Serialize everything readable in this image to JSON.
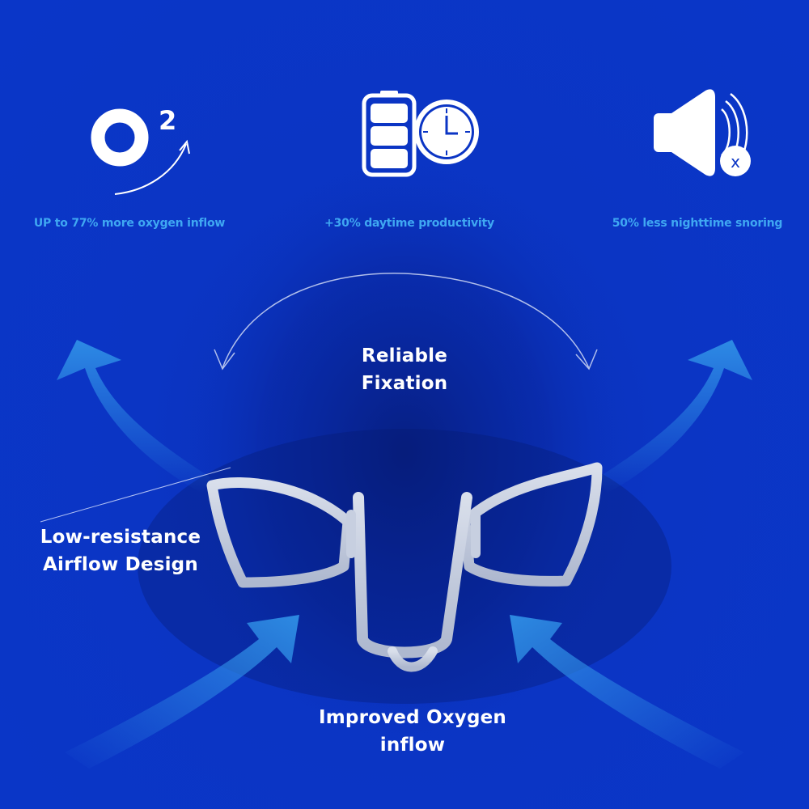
{
  "features": [
    {
      "icon": "oxygen-icon",
      "o2_main": "O",
      "o2_super": "2",
      "label": "UP to 77% more oxygen inflow"
    },
    {
      "icon": "battery-clock-icon",
      "label": "+30% daytime productivity"
    },
    {
      "icon": "speaker-mute-icon",
      "mute_mark": "x",
      "label": "50% less nighttime snoring"
    }
  ],
  "captions": {
    "fixation": [
      "Reliable",
      "Fixation"
    ],
    "airflow": [
      "Low-resistance",
      "Airflow Design"
    ],
    "oxygen": [
      "Improved Oxygen",
      "inflow"
    ]
  },
  "colors": {
    "background": "#0a36c8",
    "accent_label": "#3fa8f2",
    "arrow": "#2f8fe6",
    "device": "#c7cfe0",
    "text": "#ffffff"
  }
}
